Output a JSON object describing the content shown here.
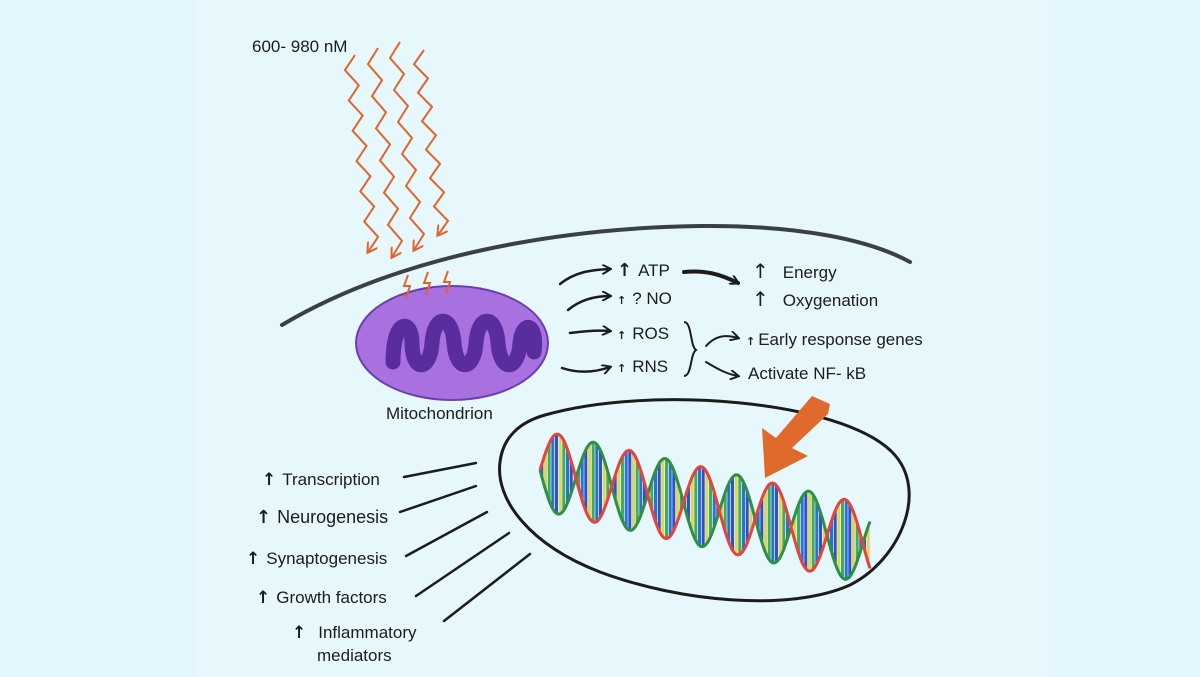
{
  "light": {
    "wavelength": "600- 980 nM",
    "color": "#e0652a"
  },
  "mitochondrion": {
    "label": "Mitochondrion",
    "fill": "#a970df",
    "cristae": "#5a2d9e"
  },
  "mediators": [
    {
      "arrow": "↑",
      "label": "ATP"
    },
    {
      "arrow": "↑",
      "label": "? NO"
    },
    {
      "arrow": "↑",
      "label": "ROS"
    },
    {
      "arrow": "↑",
      "label": "RNS"
    }
  ],
  "outcomes": [
    {
      "arrow": "↑",
      "label": "Energy"
    },
    {
      "arrow": "↑",
      "label": "Oxygenation"
    }
  ],
  "signaling": [
    {
      "arrow": "↑",
      "label": "Early response genes"
    },
    {
      "arrow": "",
      "label": "Activate NF- kB"
    }
  ],
  "nuclear_effects": [
    {
      "arrow": "↑",
      "label": "Transcription"
    },
    {
      "arrow": "↑",
      "label": "Neurogenesis"
    },
    {
      "arrow": "↑",
      "label": "Synaptogenesis"
    },
    {
      "arrow": "↑",
      "label": "Growth factors"
    },
    {
      "arrow": "↑",
      "label": "Inflammatory"
    },
    {
      "arrow": "",
      "label": "mediators"
    }
  ],
  "colors": {
    "background": "#e2f6fb",
    "ink": "#1c1c1c",
    "nucleus_arrow": "#e06a2c",
    "dna_strand_a": "#2f8f46",
    "dna_strand_b": "#e5433b",
    "dna_rungs": [
      "#2a55c9",
      "#e2d35f",
      "#3fae57",
      "#2f6fd1"
    ]
  }
}
